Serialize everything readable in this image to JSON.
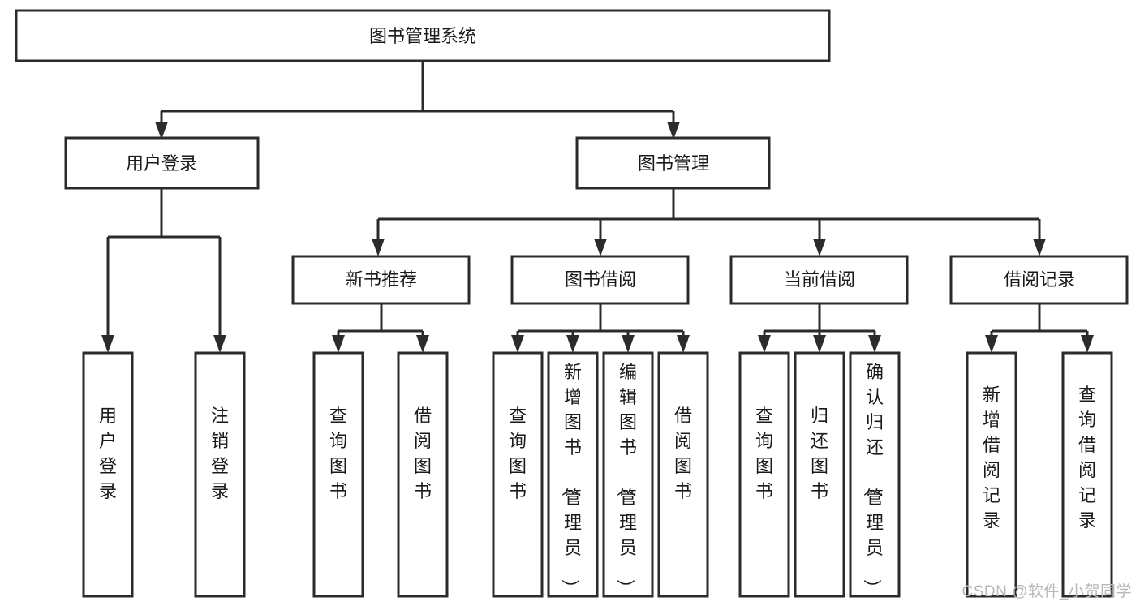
{
  "diagram": {
    "type": "tree-hierarchy-flowchart",
    "title": "图书管理系统",
    "orientation": "top-down",
    "background_color": "#ffffff",
    "box_border_color": "#2b2b2b",
    "box_fill_color": "#ffffff",
    "text_color": "#1a1a1a",
    "levels": [
      {
        "level": 1,
        "nodes": [
          {
            "id": "root",
            "label": "图书管理系统",
            "orientation": "horizontal"
          }
        ]
      },
      {
        "level": 2,
        "nodes": [
          {
            "id": "login",
            "label": "用户登录",
            "orientation": "horizontal",
            "parent": "root"
          },
          {
            "id": "bookmgmt",
            "label": "图书管理",
            "orientation": "horizontal",
            "parent": "root"
          }
        ]
      },
      {
        "level": 3,
        "nodes": [
          {
            "id": "newbook",
            "label": "新书推荐",
            "orientation": "horizontal",
            "parent": "bookmgmt"
          },
          {
            "id": "borrow",
            "label": "图书借阅",
            "orientation": "horizontal",
            "parent": "bookmgmt"
          },
          {
            "id": "current",
            "label": "当前借阅",
            "orientation": "horizontal",
            "parent": "bookmgmt"
          },
          {
            "id": "records",
            "label": "借阅记录",
            "orientation": "horizontal",
            "parent": "bookmgmt"
          }
        ]
      },
      {
        "level": 4,
        "nodes": [
          {
            "id": "leaf-1",
            "label": "用户登录",
            "orientation": "vertical",
            "parent": "login"
          },
          {
            "id": "leaf-2",
            "label": "注销登录",
            "orientation": "vertical",
            "parent": "login"
          },
          {
            "id": "leaf-3",
            "label": "查询图书",
            "orientation": "vertical",
            "parent": "newbook"
          },
          {
            "id": "leaf-4",
            "label": "借阅图书",
            "orientation": "vertical",
            "parent": "newbook"
          },
          {
            "id": "leaf-5",
            "label": "查询图书",
            "orientation": "vertical",
            "parent": "borrow"
          },
          {
            "id": "leaf-6",
            "label": "新增图书（管理员）",
            "orientation": "vertical",
            "parent": "borrow"
          },
          {
            "id": "leaf-7",
            "label": "编辑图书（管理员）",
            "orientation": "vertical",
            "parent": "borrow"
          },
          {
            "id": "leaf-8",
            "label": "借阅图书",
            "orientation": "vertical",
            "parent": "borrow"
          },
          {
            "id": "leaf-9",
            "label": "查询图书",
            "orientation": "vertical",
            "parent": "current"
          },
          {
            "id": "leaf-10",
            "label": "归还图书",
            "orientation": "vertical",
            "parent": "current"
          },
          {
            "id": "leaf-11",
            "label": "确认归还（管理员）",
            "orientation": "vertical",
            "parent": "current"
          },
          {
            "id": "leaf-12",
            "label": "新增借阅记录",
            "orientation": "vertical",
            "parent": "records"
          },
          {
            "id": "leaf-13",
            "label": "查询借阅记录",
            "orientation": "vertical",
            "parent": "records"
          }
        ]
      }
    ]
  },
  "watermark": {
    "text": "CSDN @软件_小贺同学"
  }
}
